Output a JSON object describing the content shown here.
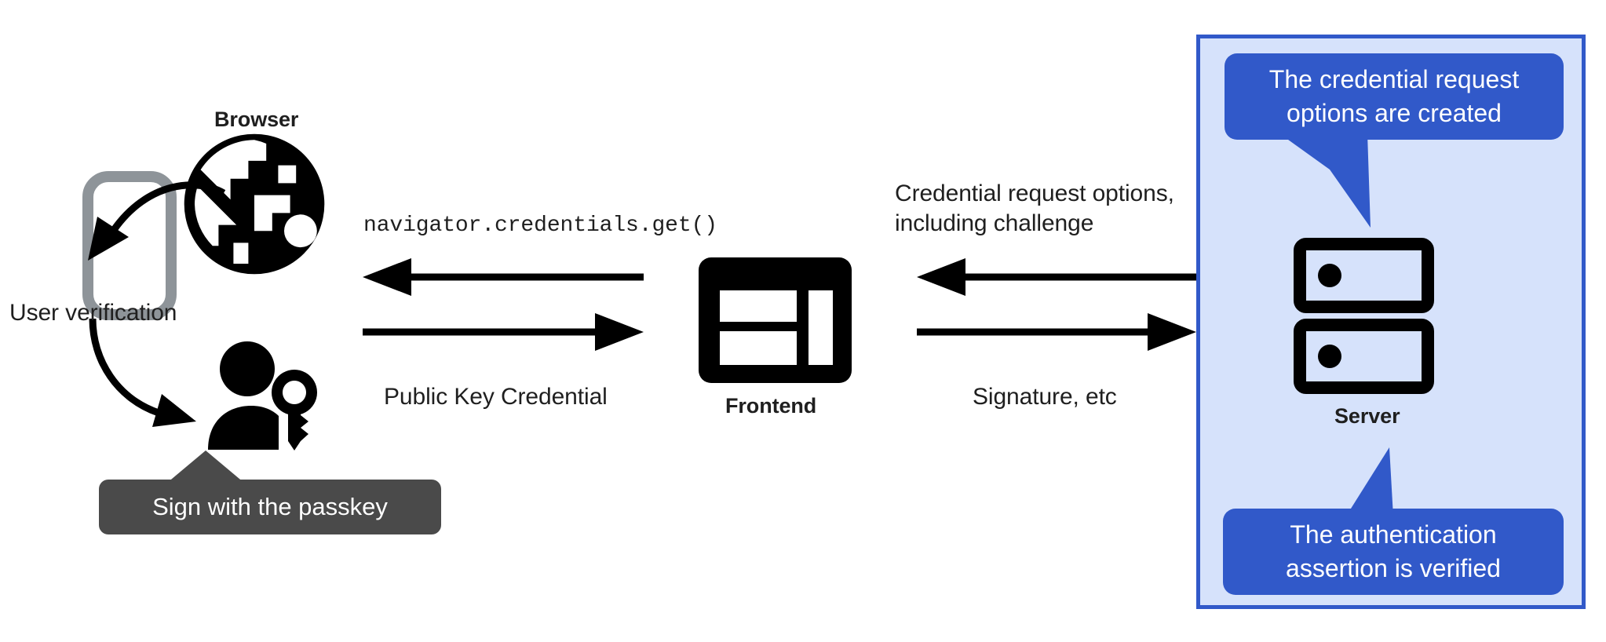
{
  "diagram": {
    "title": "WebAuthn passkey authentication flow",
    "colors": {
      "ink": "#1f1f1f",
      "server_zone_border": "#3159c9",
      "server_zone_fill": "#d6e2fb",
      "callout_blue": "#3159c9",
      "tooltip_gray": "#4a4a4a",
      "phone_gray": "#8e9499"
    }
  },
  "browser": {
    "label": "Browser",
    "icon": "globe-icon"
  },
  "phone": {
    "icon": "smartphone-icon",
    "verification_label": "User verification"
  },
  "user": {
    "icon": "person-with-key-icon",
    "tooltip": "Sign with the passkey"
  },
  "frontend": {
    "label": "Frontend",
    "icon": "web-layout-icon"
  },
  "server": {
    "label": "Server",
    "icon": "server-rack-icon",
    "callout_top": "The credential request\noptions are created",
    "callout_bottom": "The authentication\nassertion is verified"
  },
  "flows": {
    "browser_to_frontend_request": "navigator.credentials.get()",
    "frontend_to_browser_response": "Public Key Credential",
    "server_to_frontend_request": "Credential request options,\nincluding challenge",
    "frontend_to_server_response": "Signature, etc"
  }
}
